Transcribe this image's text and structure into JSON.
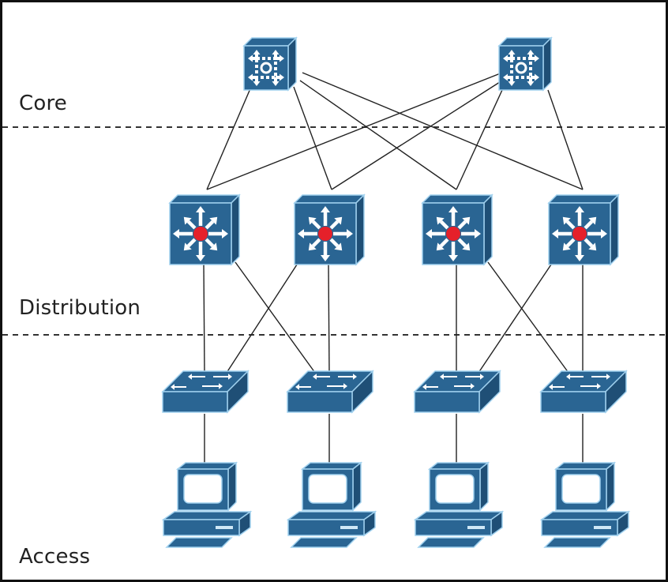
{
  "title": "Hierarchical network design",
  "colors": {
    "device_fill": "#2a6593",
    "device_side": "#1f4f76",
    "device_outline": "#9fd0ee",
    "device_glyph": "#ffffff",
    "l3_center": "#e5202a",
    "link": "#222222",
    "divider": "#333333",
    "text": "#222222"
  },
  "layers": [
    {
      "id": "core",
      "label": "Core"
    },
    {
      "id": "distribution",
      "label": "Distribution"
    },
    {
      "id": "access",
      "label": "Access"
    }
  ],
  "nodes": {
    "core": [
      {
        "id": "core-1",
        "type": "core-switch"
      },
      {
        "id": "core-2",
        "type": "core-switch"
      }
    ],
    "distribution": [
      {
        "id": "dist-1",
        "type": "multilayer-switch"
      },
      {
        "id": "dist-2",
        "type": "multilayer-switch"
      },
      {
        "id": "dist-3",
        "type": "multilayer-switch"
      },
      {
        "id": "dist-4",
        "type": "multilayer-switch"
      }
    ],
    "access": [
      {
        "id": "acc-1",
        "type": "workgroup-switch"
      },
      {
        "id": "acc-2",
        "type": "workgroup-switch"
      },
      {
        "id": "acc-3",
        "type": "workgroup-switch"
      },
      {
        "id": "acc-4",
        "type": "workgroup-switch"
      }
    ],
    "hosts": [
      {
        "id": "pc-1",
        "type": "pc"
      },
      {
        "id": "pc-2",
        "type": "pc"
      },
      {
        "id": "pc-3",
        "type": "pc"
      },
      {
        "id": "pc-4",
        "type": "pc"
      }
    ]
  },
  "links": [
    [
      "core-1",
      "dist-1"
    ],
    [
      "core-1",
      "dist-2"
    ],
    [
      "core-1",
      "dist-3"
    ],
    [
      "core-1",
      "dist-4"
    ],
    [
      "core-2",
      "dist-1"
    ],
    [
      "core-2",
      "dist-2"
    ],
    [
      "core-2",
      "dist-3"
    ],
    [
      "core-2",
      "dist-4"
    ],
    [
      "dist-1",
      "acc-1"
    ],
    [
      "dist-1",
      "acc-2"
    ],
    [
      "dist-2",
      "acc-1"
    ],
    [
      "dist-2",
      "acc-2"
    ],
    [
      "dist-3",
      "acc-3"
    ],
    [
      "dist-3",
      "acc-4"
    ],
    [
      "dist-4",
      "acc-3"
    ],
    [
      "dist-4",
      "acc-4"
    ],
    [
      "acc-1",
      "pc-1"
    ],
    [
      "acc-2",
      "pc-2"
    ],
    [
      "acc-3",
      "pc-3"
    ],
    [
      "acc-4",
      "pc-4"
    ]
  ]
}
